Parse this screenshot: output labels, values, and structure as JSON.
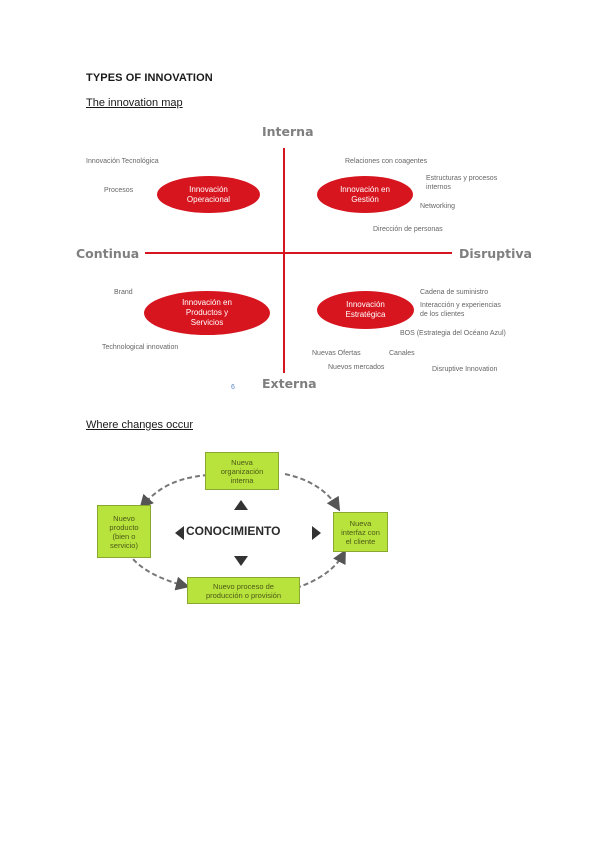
{
  "document": {
    "title": "TYPES OF INNOVATION",
    "map_subtitle": "The innovation map",
    "changes_subtitle": "Where changes occur"
  },
  "innovation_map": {
    "axes": {
      "top": "Interna",
      "bottom": "Externa",
      "left": "Continua",
      "right": "Disruptiva"
    },
    "quadrants": [
      {
        "label": "Innovación\nOperacional"
      },
      {
        "label": "Innovación en\nGestión"
      },
      {
        "label": "Innovación en\nProductos y\nServicios"
      },
      {
        "label": "Innovación\nEstratégica"
      }
    ],
    "labels": {
      "tecnologica": "Innovación Tecnológica",
      "procesos": "Procesos",
      "relaciones": "Relaciones con coagentes",
      "estructuras": "Estructuras y procesos\ninternos",
      "networking": "Networking",
      "direccion": "Dirección de personas",
      "brand": "Brand",
      "technological": "Technological innovation",
      "cadena": "Cadena de suministro",
      "interaccion": "Interacción y experiencias\nde los clientes",
      "bos": "BOS (Estrategia del Océano Azul)",
      "nuevas_ofertas": "Nuevas Ofertas",
      "canales": "Canales",
      "nuevos_mercados": "Nuevos mercados",
      "disruptive": "Disruptive Innovation"
    },
    "page_number": "6",
    "accent_color": "#d7151f"
  },
  "changes_diagram": {
    "center_label": "CONOCIMIENTO",
    "boxes": {
      "top": "Nueva\norganización\ninterna",
      "left": "Nuevo\nproducto\n(bien o\nservicio)",
      "right": "Nueva\ninterfaz con\nel cliente",
      "bottom": "Nuevo proceso de\nproducción o provisión"
    },
    "box_color": "#b8e23c"
  }
}
